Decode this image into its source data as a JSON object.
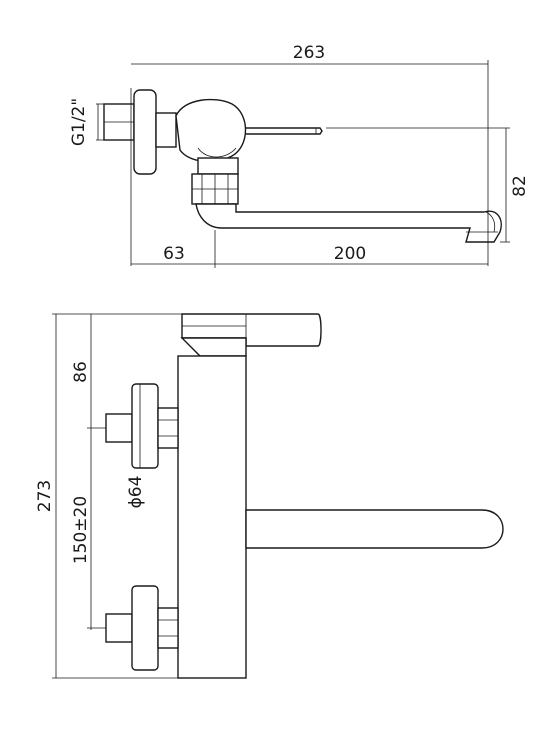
{
  "top_view": {
    "overall_width": "263",
    "thread": "G1/2\"",
    "height": "82",
    "wall_offset": "63",
    "spout_length": "200"
  },
  "front_view": {
    "overall_height": "273",
    "handle_height": "86",
    "flange_diameter": "ϕ64",
    "inlet_spacing": "150±20"
  }
}
